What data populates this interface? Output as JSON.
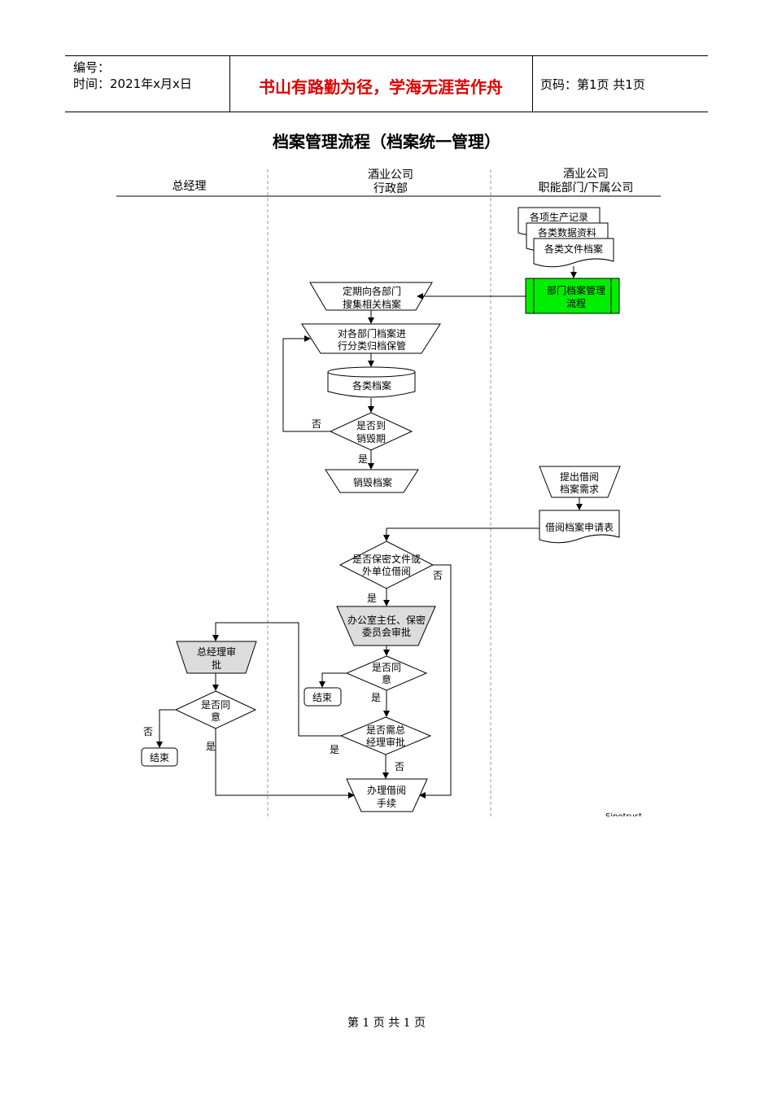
{
  "header": {
    "number_label": "编号：",
    "time_label": "时间：2021年x月x日",
    "motto": "书山有路勤为径，学海无涯苦作舟",
    "page_info": "页码：第1页  共1页"
  },
  "title": "档案管理流程（档案统一管理）",
  "lanes": {
    "gm": "总经理",
    "admin_1": "酒业公司",
    "admin_2": "行政部",
    "func_1": "酒业公司",
    "func_2": "职能部门/下属公司"
  },
  "nodes": {
    "doc1": "各项生产记录",
    "doc2": "各类数据资料",
    "doc3": "各类文件档案",
    "dept_flow_1": "部门档案管理",
    "dept_flow_2": "流程",
    "collect_1": "定期向各部门",
    "collect_2": "搜集相关档案",
    "classify_1": "对各部门档案进",
    "classify_2": "行分类归档保管",
    "archives": "各类档案",
    "expire_1": "是否到",
    "expire_2": "销毁期",
    "destroy": "销毁档案",
    "borrow_need_1": "提出借阅",
    "borrow_need_2": "档案需求",
    "borrow_form": "借阅档案申请表",
    "secret_1": "是否保密文件或",
    "secret_2": "外单位借阅",
    "office_approve_1": "办公室主任、保密",
    "office_approve_2": "委员会审批",
    "agree_admin_1": "是否同",
    "agree_admin_2": "意",
    "end_admin": "结束",
    "need_gm_1": "是否需总",
    "need_gm_2": "经理审批",
    "gm_approve_1": "总经理审",
    "gm_approve_2": "批",
    "agree_gm_1": "是否同",
    "agree_gm_2": "意",
    "end_gm": "结束",
    "handle_1": "办理借阅",
    "handle_2": "手续"
  },
  "labels": {
    "no_expire": "否",
    "yes_expire": "是",
    "no_secret": "否",
    "yes_secret": "是",
    "yes_agree_admin": "是",
    "yes_need_gm": "是",
    "no_need_gm": "否",
    "no_agree_gm": "否",
    "yes_agree_gm": "是",
    "watermark": "Sinotrust"
  },
  "colors": {
    "green_fill": "#00ee00",
    "gray_fill": "#dcdcdc",
    "motto": "#e00000"
  },
  "footer": "第 1 页 共 1 页"
}
